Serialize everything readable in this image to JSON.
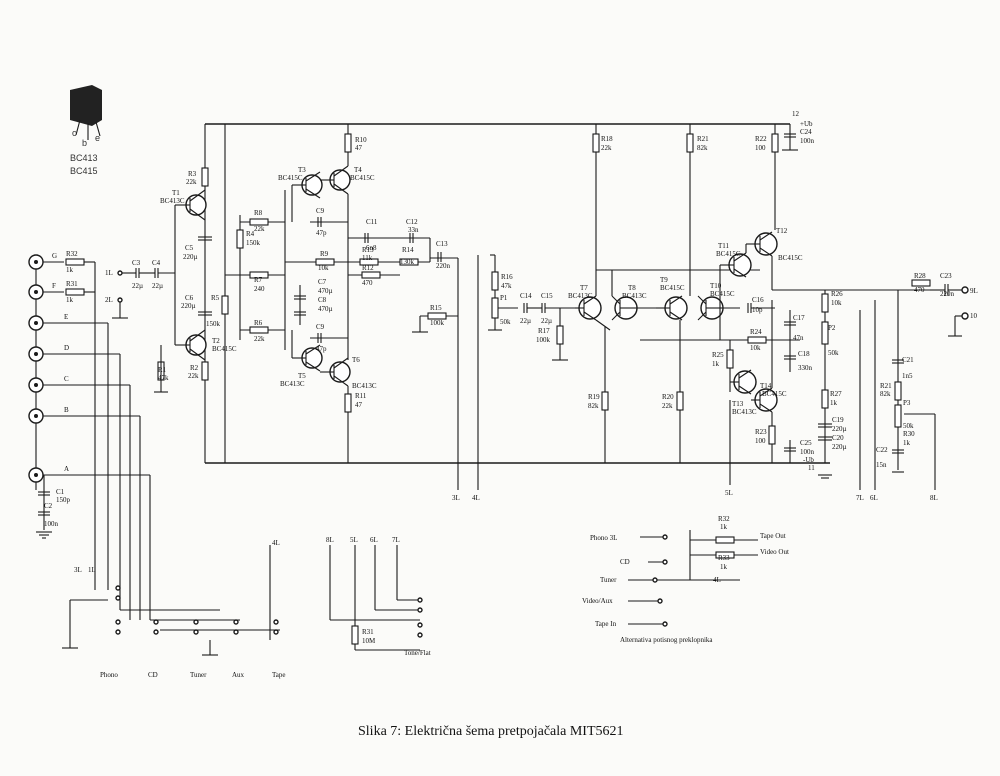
{
  "caption": "Slika 7: Električna šema pretpojačala MIT5621",
  "package": {
    "pins": [
      "c",
      "b",
      "e"
    ],
    "types": [
      "BC413",
      "BC415"
    ]
  },
  "inputs": [
    "G",
    "F",
    "E",
    "D",
    "C",
    "B",
    "A"
  ],
  "input_resistors": {
    "r32": [
      "R32",
      "1k"
    ],
    "r31": [
      "R31",
      "1k"
    ]
  },
  "nets": {
    "n1l": "1L",
    "n2l": "2L",
    "n3l": "3L",
    "n4l": "4L",
    "n5l": "5L",
    "n6l": "6L",
    "n7l": "7L",
    "n8l": "8L",
    "n9l": "9L",
    "n10l": "10",
    "n11l": "11",
    "n12l": "12"
  },
  "supply": {
    "plus": "+Ub",
    "minus": "-Ub"
  },
  "transistors": [
    {
      "ref": "T1",
      "type": "BC413C"
    },
    {
      "ref": "T2",
      "type": "BC415C"
    },
    {
      "ref": "T3",
      "type": "BC415C"
    },
    {
      "ref": "T4",
      "type": "BC415C"
    },
    {
      "ref": "T5",
      "type": "BC413C"
    },
    {
      "ref": "T6",
      "type": "BC413C"
    },
    {
      "ref": "T7",
      "type": "BC413C"
    },
    {
      "ref": "T8",
      "type": "BC413C"
    },
    {
      "ref": "T9",
      "type": "BC415C"
    },
    {
      "ref": "T10",
      "type": "BC415C"
    },
    {
      "ref": "T11",
      "type": "BC415C"
    },
    {
      "ref": "T12",
      "type": "BC415C"
    },
    {
      "ref": "T13",
      "type": "BC413C"
    },
    {
      "ref": "T14",
      "type": "BC415C"
    }
  ],
  "components": {
    "r1": [
      "R1",
      "47k"
    ],
    "r2": [
      "R2",
      "22k"
    ],
    "r3": [
      "R3",
      "22k"
    ],
    "r4": [
      "R4",
      "150k"
    ],
    "r5": [
      "R5",
      "150k"
    ],
    "r6": [
      "R6",
      "22k"
    ],
    "r7": [
      "R7",
      "240"
    ],
    "r8": [
      "R8",
      "22k"
    ],
    "r9": [
      "R9",
      "10k"
    ],
    "r10": [
      "R10",
      "47"
    ],
    "r11": [
      "R11",
      "47"
    ],
    "r12": [
      "R12",
      "470"
    ],
    "r13": [
      "R13",
      "11k"
    ],
    "r14": [
      "R14",
      "130k"
    ],
    "r15": [
      "R15",
      "100k"
    ],
    "r16": [
      "R16",
      "47k"
    ],
    "r17": [
      "R17",
      "100k"
    ],
    "r18": [
      "R18",
      "22k"
    ],
    "r19": [
      "R19",
      "82k"
    ],
    "r20": [
      "R20",
      "22k"
    ],
    "r21": [
      "R21",
      "82k"
    ],
    "r22": [
      "R22",
      "100"
    ],
    "r23": [
      "R23",
      "100"
    ],
    "r24": [
      "R24",
      "10k"
    ],
    "r25": [
      "R25",
      "1k"
    ],
    "r26": [
      "R26",
      "10k"
    ],
    "r27": [
      "R27",
      "1k"
    ],
    "r28": [
      "R28",
      "470"
    ],
    "r21b": [
      "R21",
      "82k"
    ],
    "r30": [
      "R30",
      "1k"
    ],
    "c1": [
      "C1",
      "150p"
    ],
    "c2": [
      "C2",
      "100n"
    ],
    "c3": [
      "C3",
      "22µ"
    ],
    "c4": [
      "C4",
      "22µ"
    ],
    "c5": [
      "C5",
      "220µ"
    ],
    "c6": [
      "C6",
      "220µ"
    ],
    "c7": [
      "C7",
      "470µ"
    ],
    "c8": [
      "C8",
      "470µ"
    ],
    "c9a": [
      "C9",
      "47p"
    ],
    "c9b": [
      "C9",
      "47p"
    ],
    "c11": [
      "C11",
      "6n8"
    ],
    "c12": [
      "C12",
      "33n"
    ],
    "c13": [
      "C13",
      "220n"
    ],
    "c14": [
      "C14",
      "22µ"
    ],
    "c15": [
      "C15",
      "22µ"
    ],
    "c16": [
      "C16",
      "10p"
    ],
    "c17": [
      "C17",
      "47n"
    ],
    "c18": [
      "C18",
      "330n"
    ],
    "c19": [
      "C19",
      "220µ"
    ],
    "c20": [
      "C20",
      "220µ"
    ],
    "c21": [
      "C21",
      "1n5"
    ],
    "c22": [
      "C22",
      "15n"
    ],
    "c23": [
      "C23",
      "220n"
    ],
    "c24": [
      "C24",
      "100n"
    ],
    "c25": [
      "C25",
      "100n"
    ],
    "p1": [
      "P1",
      "50k"
    ],
    "p2": [
      "P2",
      "50k"
    ],
    "p3": [
      "P3",
      "50k"
    ]
  },
  "switch_block": {
    "labels": [
      "Phono",
      "CD",
      "Tuner",
      "Aux",
      "Tape"
    ],
    "r31": [
      "R31",
      "10M"
    ],
    "tone_flat": "Tone/Flat"
  },
  "alt_selector": {
    "inputs": [
      "Phono 3L",
      "CD",
      "Tuner",
      "Video/Aux",
      "Tape In"
    ],
    "outputs": [
      "Tape Out",
      "Video Out"
    ],
    "r32": [
      "R32",
      "1k"
    ],
    "r33": [
      "R33",
      "1k"
    ],
    "node": "4L",
    "title": "Alternativa potisnog preklopnika"
  }
}
